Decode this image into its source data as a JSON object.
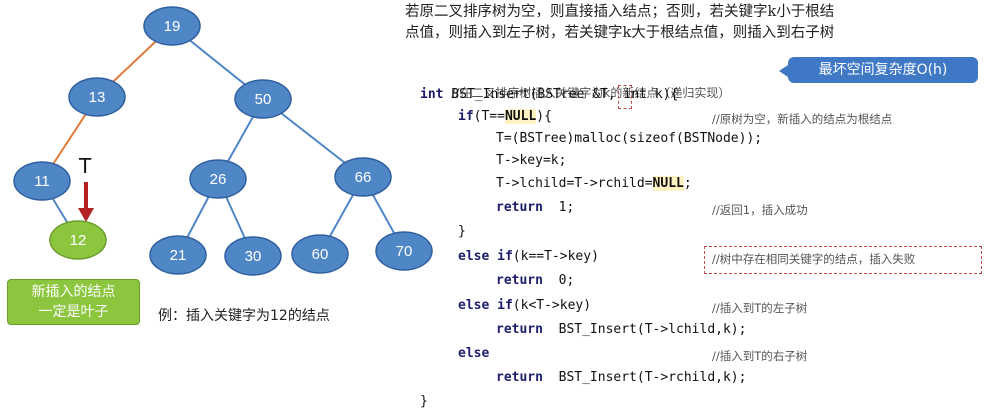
{
  "header_lines": [
    "若原二叉排序树为空，则直接插入结点；否则，若关键字k小于根结",
    "点值，则插入到左子树，若关键字k大于根结点值，则插入到右子树"
  ],
  "tree": {
    "nodes": [
      "19",
      "13",
      "50",
      "11",
      "26",
      "66",
      "12",
      "21",
      "30",
      "60",
      "70"
    ],
    "pointer_label": "T",
    "callout": [
      "新插入的结点",
      "一定是叶子"
    ],
    "example": "例：插入关键字为12的结点",
    "colors": {
      "node": "#4f86c6",
      "new_node": "#8cc63f",
      "path_edge": "#e07b39",
      "edge": "#4f86c6",
      "arrow": "#b22222"
    }
  },
  "note": "最坏空间复杂度O(h)",
  "code": {
    "l0": "//在二叉排序树插入关键字为k的新结点（递归实现）",
    "l1a": "int",
    "l1b": " BST_Insert(BSTree ",
    "l1c": "&T",
    "l1d": ", int k){",
    "l2a": "if",
    "l2b": "(T==",
    "l2c": "NULL",
    "l2d": "){",
    "l2cm": "//原树为空，新插入的结点为根结点",
    "l3": "T=(BSTree)malloc(sizeof(BSTNode));",
    "l4": "T->key=k;",
    "l5a": "T->lchild=T->rchild=",
    "l5b": "NULL",
    "l5c": ";",
    "l6a": "return",
    "l6b": "  1;",
    "l6cm": "//返回1，插入成功",
    "l7": "}",
    "l8a": "else if",
    "l8b": "(k==T->key)",
    "l8cm": "//树中存在相同关键字的结点，插入失败",
    "l9a": "return",
    "l9b": "  0;",
    "l10a": "else if",
    "l10b": "(k<T->key)",
    "l10cm": "//插入到T的左子树",
    "l11a": "return",
    "l11b": "  BST_Insert(T->lchild,k);",
    "l12a": "else",
    "l12cm": "//插入到T的右子树",
    "l13a": "return",
    "l13b": "  BST_Insert(T->rchild,k);",
    "l14": "}"
  }
}
